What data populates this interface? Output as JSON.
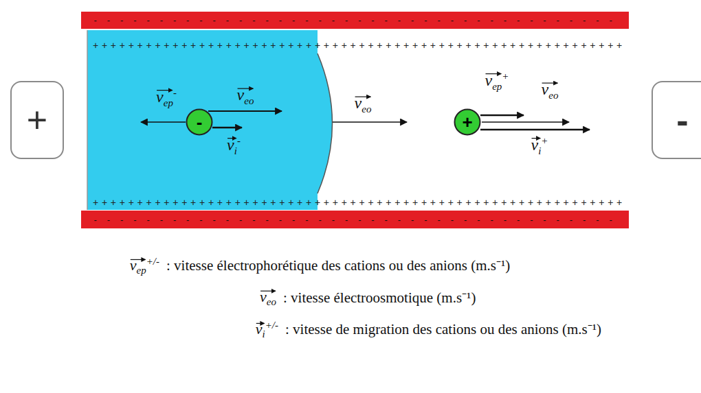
{
  "diagram": {
    "nodes": [
      {
        "text": [
          "- - - - - - - - - - - - - - - - - - - - - - - - - - - - - - - - - - - - - - - -"
        ]
      },
      {
        "text": [
          "+"
        ]
      },
      {
        "text": [
          "-"
        ]
      },
      {
        "text": [
          "+"
        ]
      },
      {
        "text": [
          "-"
        ]
      },
      {
        "text": [
          "- - - - - - - - - - - - - - - - - - - - - - - - - - - - - - - - - - - - - - - -"
        ]
      }
    ],
    "labels": [
      "++++++++++++++++++++++++++++++++++++++++++++++++++++++++++++",
      "++++++++++++++++++++++++++++++++++++++++++++++++++++++++++++",
      "vep-",
      "veo",
      "vi-",
      "veo",
      "vep+",
      "veo",
      "vi+",
      "vep+/-",
      ": vitesse électrophorétique des cations ou des anions (m.s⁻¹)",
      "veo",
      ": vitesse électroosmotique (m.s⁻¹)",
      "vi+/-",
      ": vitesse de migration des cations ou des anions (m.s⁻¹)"
    ]
  }
}
